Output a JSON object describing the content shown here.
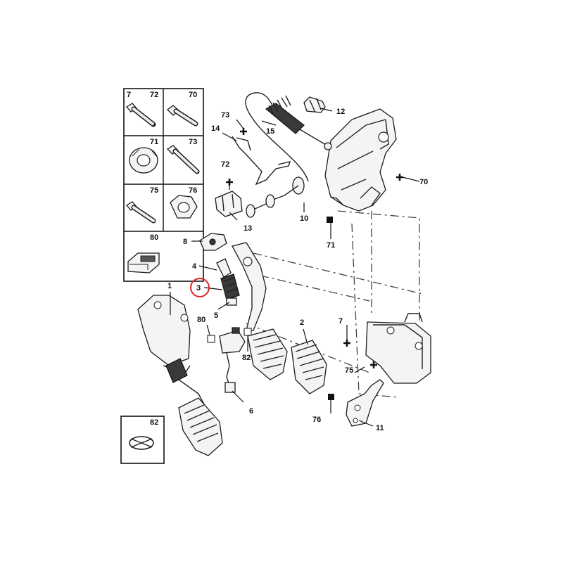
{
  "kit": {
    "cells": [
      {
        "ids": [
          "7",
          "72"
        ],
        "kind": "bolt-flange"
      },
      {
        "ids": [
          "70"
        ],
        "kind": "bolt-hex"
      },
      {
        "ids": [
          "71"
        ],
        "kind": "nut-round"
      },
      {
        "ids": [
          "73"
        ],
        "kind": "bolt-long"
      },
      {
        "ids": [
          "75"
        ],
        "kind": "bolt-short"
      },
      {
        "ids": [
          "76"
        ],
        "kind": "nut-hex"
      },
      {
        "ids": [
          "80"
        ],
        "kind": "connector"
      }
    ],
    "extra": {
      "id": "82",
      "kind": "clip"
    }
  },
  "callouts": [
    {
      "id": "c-1",
      "label": "1"
    },
    {
      "id": "c-2",
      "label": "2"
    },
    {
      "id": "c-3",
      "label": "3",
      "highlighted": true
    },
    {
      "id": "c-4",
      "label": "4"
    },
    {
      "id": "c-5",
      "label": "5"
    },
    {
      "id": "c-6",
      "label": "6"
    },
    {
      "id": "c-7",
      "label": "7"
    },
    {
      "id": "c-8",
      "label": "8"
    },
    {
      "id": "c-10",
      "label": "10"
    },
    {
      "id": "c-11",
      "label": "11"
    },
    {
      "id": "c-12",
      "label": "12"
    },
    {
      "id": "c-13",
      "label": "13"
    },
    {
      "id": "c-14",
      "label": "14"
    },
    {
      "id": "c-15",
      "label": "15"
    },
    {
      "id": "c-70",
      "label": "70"
    },
    {
      "id": "c-71",
      "label": "71"
    },
    {
      "id": "c-72",
      "label": "72"
    },
    {
      "id": "c-73",
      "label": "73"
    },
    {
      "id": "c-75",
      "label": "75"
    },
    {
      "id": "c-76",
      "label": "76"
    },
    {
      "id": "c-80",
      "label": "80"
    },
    {
      "id": "c-82",
      "label": "82"
    }
  ],
  "highlight_color": "#d9262b"
}
